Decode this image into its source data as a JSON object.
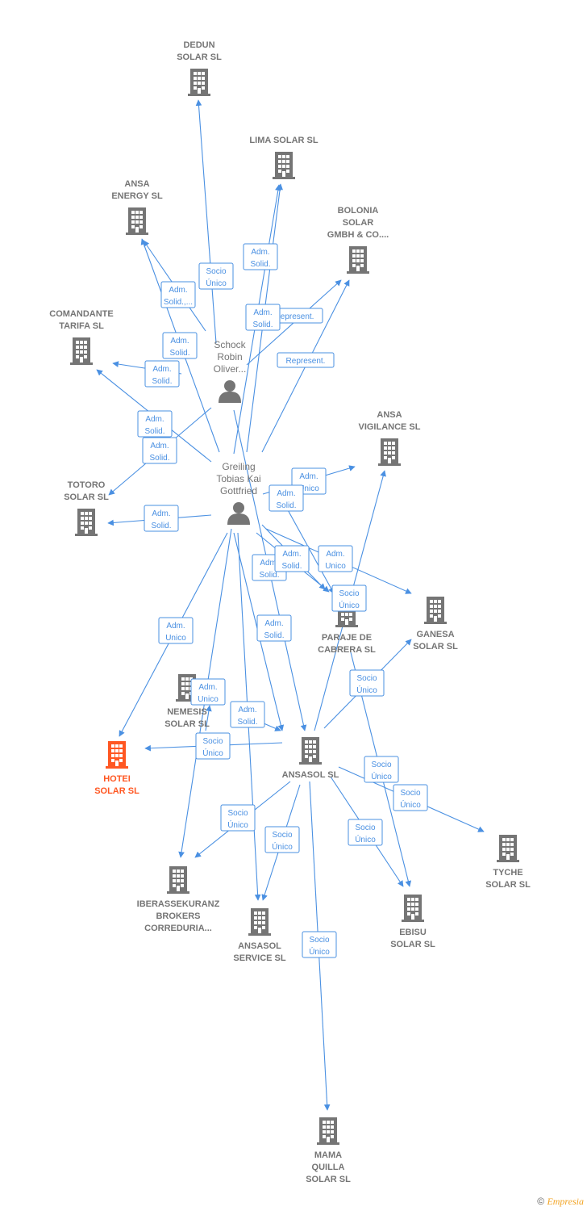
{
  "colors": {
    "edge": "#4a90e2",
    "node": "#757575",
    "focus": "#ff5722"
  },
  "persons": [
    {
      "id": "schock",
      "lines": [
        "Schock",
        "Robin",
        "Oliver..."
      ],
      "icon": "person-icon"
    },
    {
      "id": "greiling",
      "lines": [
        "Greiling",
        "Tobias Kai",
        "Gottfried"
      ],
      "icon": "person-icon"
    }
  ],
  "companies": [
    {
      "id": "dedun",
      "lines": [
        "DEDUN",
        "SOLAR  SL"
      ],
      "icon": "building-icon"
    },
    {
      "id": "lima",
      "lines": [
        "LIMA SOLAR SL"
      ],
      "icon": "building-icon"
    },
    {
      "id": "ansa_energy",
      "lines": [
        "ANSA",
        "ENERGY SL"
      ],
      "icon": "building-icon"
    },
    {
      "id": "bolonia",
      "lines": [
        "BOLONIA",
        "SOLAR",
        "GMBH & CO...."
      ],
      "icon": "building-icon"
    },
    {
      "id": "comandante",
      "lines": [
        "COMANDANTE",
        "TARIFA  SL"
      ],
      "icon": "building-icon"
    },
    {
      "id": "ansa_vigilance",
      "lines": [
        "ANSA",
        "VIGILANCE  SL"
      ],
      "icon": "building-icon"
    },
    {
      "id": "totoro",
      "lines": [
        "TOTORO",
        "SOLAR SL"
      ],
      "icon": "building-icon"
    },
    {
      "id": "ganesa",
      "lines": [
        "GANESA",
        "SOLAR  SL"
      ],
      "icon": "building-icon"
    },
    {
      "id": "paraje",
      "lines": [
        "PARAJE DE",
        "CABRERA SL"
      ],
      "icon": "building-icon"
    },
    {
      "id": "nemesis",
      "lines": [
        "NEMESIS",
        "SOLAR  SL"
      ],
      "icon": "building-icon"
    },
    {
      "id": "hotei",
      "lines": [
        "HOTEI",
        "SOLAR  SL"
      ],
      "icon": "building-icon",
      "focus": true
    },
    {
      "id": "ansasol",
      "lines": [
        "ANSASOL SL"
      ],
      "icon": "building-icon"
    },
    {
      "id": "tyche",
      "lines": [
        "TYCHE",
        "SOLAR  SL"
      ],
      "icon": "building-icon"
    },
    {
      "id": "iberas",
      "lines": [
        "IBERASSEKURANZ",
        "BROKERS",
        "CORREDURIA..."
      ],
      "icon": "building-icon"
    },
    {
      "id": "ansasol_service",
      "lines": [
        "ANSASOL",
        "SERVICE  SL"
      ],
      "icon": "building-icon"
    },
    {
      "id": "ebisu",
      "lines": [
        "EBISU",
        "SOLAR  SL"
      ],
      "icon": "building-icon"
    },
    {
      "id": "mama",
      "lines": [
        "MAMA",
        "QUILLA",
        "SOLAR  SL"
      ],
      "icon": "building-icon"
    }
  ],
  "badges": [
    {
      "lines": [
        "Socio",
        "Único"
      ]
    },
    {
      "lines": [
        "Adm.",
        "Solid."
      ]
    },
    {
      "lines": [
        "Adm.",
        "Solid.,..."
      ]
    },
    {
      "lines": [
        "Adm.",
        "Solid."
      ]
    },
    {
      "lines": [
        "Represent."
      ]
    },
    {
      "lines": [
        "Adm.",
        "Solid."
      ]
    },
    {
      "lines": [
        "Adm.",
        "Solid."
      ]
    },
    {
      "lines": [
        "Represent."
      ]
    },
    {
      "lines": [
        "Adm.",
        "Solid."
      ]
    },
    {
      "lines": [
        "Adm.",
        "Solid."
      ]
    },
    {
      "lines": [
        "Adm.",
        "Solid."
      ]
    },
    {
      "lines": [
        "Adm.",
        "Unico"
      ]
    },
    {
      "lines": [
        "Adm.",
        "Solid."
      ]
    },
    {
      "lines": [
        "Adm.",
        "Solid."
      ]
    },
    {
      "lines": [
        "Adm.",
        "Solid."
      ]
    },
    {
      "lines": [
        "Adm.",
        "Unico"
      ]
    },
    {
      "lines": [
        "Socio",
        "Único"
      ]
    },
    {
      "lines": [
        "Adm.",
        "Unico"
      ]
    },
    {
      "lines": [
        "Adm.",
        "Solid."
      ]
    },
    {
      "lines": [
        "Socio",
        "Único"
      ]
    },
    {
      "lines": [
        "Adm.",
        "Unico"
      ]
    },
    {
      "lines": [
        "Adm.",
        "Solid."
      ]
    },
    {
      "lines": [
        "Socio",
        "Único"
      ]
    },
    {
      "lines": [
        "Socio",
        "Único"
      ]
    },
    {
      "lines": [
        "Socio",
        "Único"
      ]
    },
    {
      "lines": [
        "Socio",
        "Único"
      ]
    },
    {
      "lines": [
        "Socio",
        "Único"
      ]
    },
    {
      "lines": [
        "Socio",
        "Único"
      ]
    },
    {
      "lines": [
        "Socio",
        "Único"
      ]
    },
    {
      "lines": [
        "Socio",
        "Único"
      ]
    }
  ],
  "footer": {
    "copyright": "©",
    "brand": "Empresia"
  }
}
